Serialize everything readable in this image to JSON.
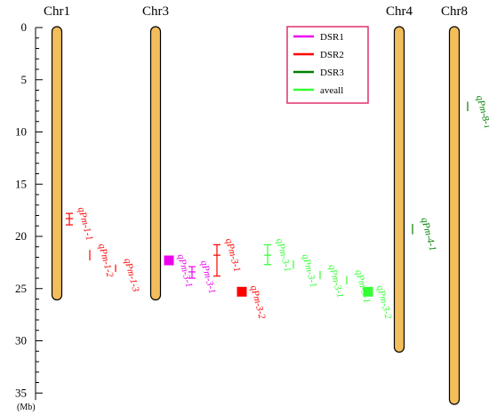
{
  "scale": {
    "min": 0,
    "max": 35,
    "major_ticks": [
      0,
      5,
      10,
      15,
      20,
      25,
      30,
      35
    ],
    "unit": "(Mb)"
  },
  "colors": {
    "chromosome_fill": "#F2BE5C",
    "chromosome_stroke": "#000000",
    "DSR1": "#EE00EE",
    "DSR2": "#FF0000",
    "DSR3": "#008000",
    "aveall": "#33FF33",
    "legend_border": "#E0306E"
  },
  "legend": [
    {
      "key": "DSR1",
      "label": "DSR1"
    },
    {
      "key": "DSR2",
      "label": "DSR2"
    },
    {
      "key": "DSR3",
      "label": "DSR3"
    },
    {
      "key": "aveall",
      "label": "aveall"
    }
  ],
  "chromosomes": [
    {
      "name": "Chr1",
      "start": 0,
      "end": 26
    },
    {
      "name": "Chr3",
      "start": 0,
      "end": 26
    },
    {
      "name": "Chr4",
      "start": 0,
      "end": 31
    },
    {
      "name": "Chr8",
      "start": 0,
      "end": 36
    }
  ],
  "qtls": [
    {
      "label": "qPm-1-1",
      "chromosome": "Chr1",
      "trait": "DSR2",
      "style": "interval",
      "low": 17.8,
      "peak": 18.3,
      "high": 18.9
    },
    {
      "label": "qPm-1-2",
      "chromosome": "Chr1",
      "trait": "DSR2",
      "style": "tick",
      "low": 21.3,
      "peak": 21.8,
      "high": 22.3
    },
    {
      "label": "qPm-1-3",
      "chromosome": "Chr1",
      "trait": "DSR2",
      "style": "tick",
      "low": 22.7,
      "peak": 23.0,
      "high": 23.4
    },
    {
      "label": "qPm-3-1",
      "chromosome": "Chr3",
      "trait": "DSR1",
      "style": "box",
      "peak": 22.3
    },
    {
      "label": "qPm-3-1",
      "chromosome": "Chr3",
      "trait": "DSR1",
      "style": "interval",
      "low": 22.9,
      "peak": 23.4,
      "high": 24.0
    },
    {
      "label": "qPm-3-1",
      "chromosome": "Chr3",
      "trait": "DSR2",
      "style": "interval",
      "low": 20.8,
      "peak": 21.8,
      "high": 23.8
    },
    {
      "label": "qPm-3-2",
      "chromosome": "Chr3",
      "trait": "DSR2",
      "style": "box",
      "peak": 25.3
    },
    {
      "label": "qPm-3-1",
      "chromosome": "Chr3",
      "trait": "aveall",
      "style": "interval",
      "low": 20.8,
      "peak": 21.8,
      "high": 22.7
    },
    {
      "label": "qPm-3-1",
      "chromosome": "Chr3",
      "trait": "aveall",
      "style": "tick",
      "low": 22.3,
      "peak": 22.7,
      "high": 23.1
    },
    {
      "label": "qPm-3-1",
      "chromosome": "Chr3",
      "trait": "aveall",
      "style": "tick",
      "low": 23.3,
      "peak": 23.7,
      "high": 24.1
    },
    {
      "label": "qPm-3-1",
      "chromosome": "Chr3",
      "trait": "aveall",
      "style": "tick",
      "low": 23.8,
      "peak": 24.2,
      "high": 24.6
    },
    {
      "label": "qPm-3-2",
      "chromosome": "Chr3",
      "trait": "aveall",
      "style": "box",
      "peak": 25.3
    },
    {
      "label": "qPm-4-1",
      "chromosome": "Chr4",
      "trait": "DSR3",
      "style": "tick",
      "low": 18.8,
      "peak": 19.3,
      "high": 19.8
    },
    {
      "label": "qPm-8-1",
      "chromosome": "Chr8",
      "trait": "DSR3",
      "style": "tick",
      "low": 7.1,
      "peak": 7.6,
      "high": 8.0
    }
  ]
}
